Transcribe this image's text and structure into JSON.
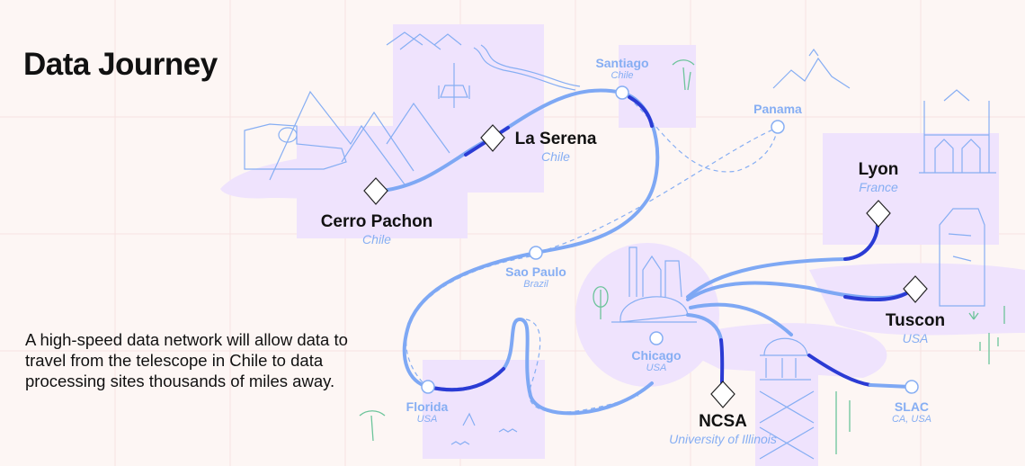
{
  "title": "Data Journey",
  "description": "A high-speed data network will allow data to travel from the telescope in Chile to data processing sites thousands of miles away.",
  "colors": {
    "background": "#fdf6f4",
    "land": "#efe3fd",
    "route_light": "#7ea8f4",
    "route_dark": "#2b3bd4",
    "tree": "#6cc49a"
  },
  "sites": [
    {
      "name": "Cerro Pachon",
      "region": "Chile",
      "type": "data-site"
    },
    {
      "name": "La Serena",
      "region": "Chile",
      "type": "data-site"
    },
    {
      "name": "Santiago",
      "region": "Chile",
      "type": "waypoint"
    },
    {
      "name": "Panama",
      "region": "",
      "type": "waypoint"
    },
    {
      "name": "Sao Paulo",
      "region": "Brazil",
      "type": "waypoint"
    },
    {
      "name": "Florida",
      "region": "USA",
      "type": "waypoint"
    },
    {
      "name": "Chicago",
      "region": "USA",
      "type": "waypoint"
    },
    {
      "name": "Lyon",
      "region": "France",
      "type": "data-site"
    },
    {
      "name": "Tuscon",
      "region": "USA",
      "type": "data-site"
    },
    {
      "name": "NCSA",
      "region": "University of Illinois",
      "type": "data-site"
    },
    {
      "name": "SLAC",
      "region": "CA, USA",
      "type": "waypoint"
    }
  ]
}
